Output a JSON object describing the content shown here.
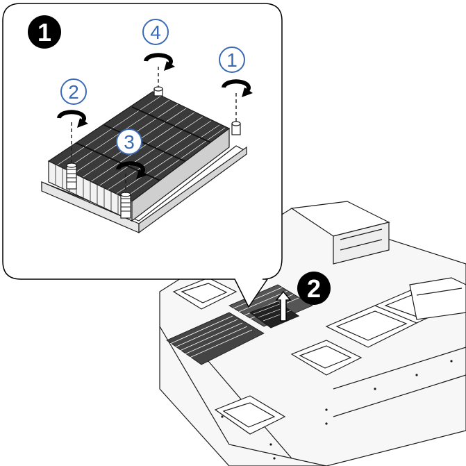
{
  "steps": {
    "step1_badge": "1",
    "step2_badge": "2"
  },
  "screw_order": {
    "first": "1",
    "second": "2",
    "third": "3",
    "fourth": "4"
  },
  "colors": {
    "badge_fill": "#000000",
    "badge_text": "#ffffff",
    "order_number": "#3a6ab4",
    "line_art": "#1a1a1a"
  },
  "icons": {
    "rotate": "rotate-arrow-icon",
    "lift": "lift-up-arrow-icon"
  }
}
